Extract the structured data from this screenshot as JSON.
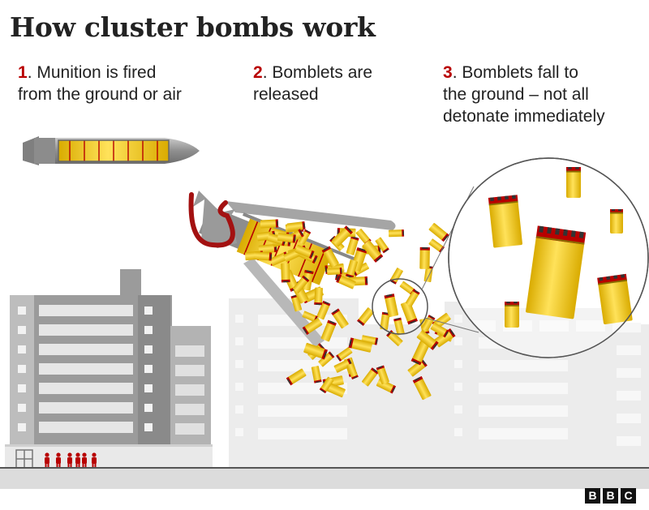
{
  "title": "How cluster bombs work",
  "steps": [
    {
      "number": "1",
      "text": ". Munition is fired\nfrom the ground or air"
    },
    {
      "number": "2",
      "text": ". Bomblets are\nreleased"
    },
    {
      "number": "3",
      "text": ". Bomblets fall to\nthe ground – not all\ndetonate immediately"
    }
  ],
  "logo": [
    "B",
    "B",
    "C"
  ],
  "colors": {
    "accent_red": "#b80000",
    "bomblet_yellow": "#f2cc1a",
    "building_grey": "#9b9b9b",
    "faded_building": "#ececec",
    "munition_grey": "#9a9a9a"
  }
}
